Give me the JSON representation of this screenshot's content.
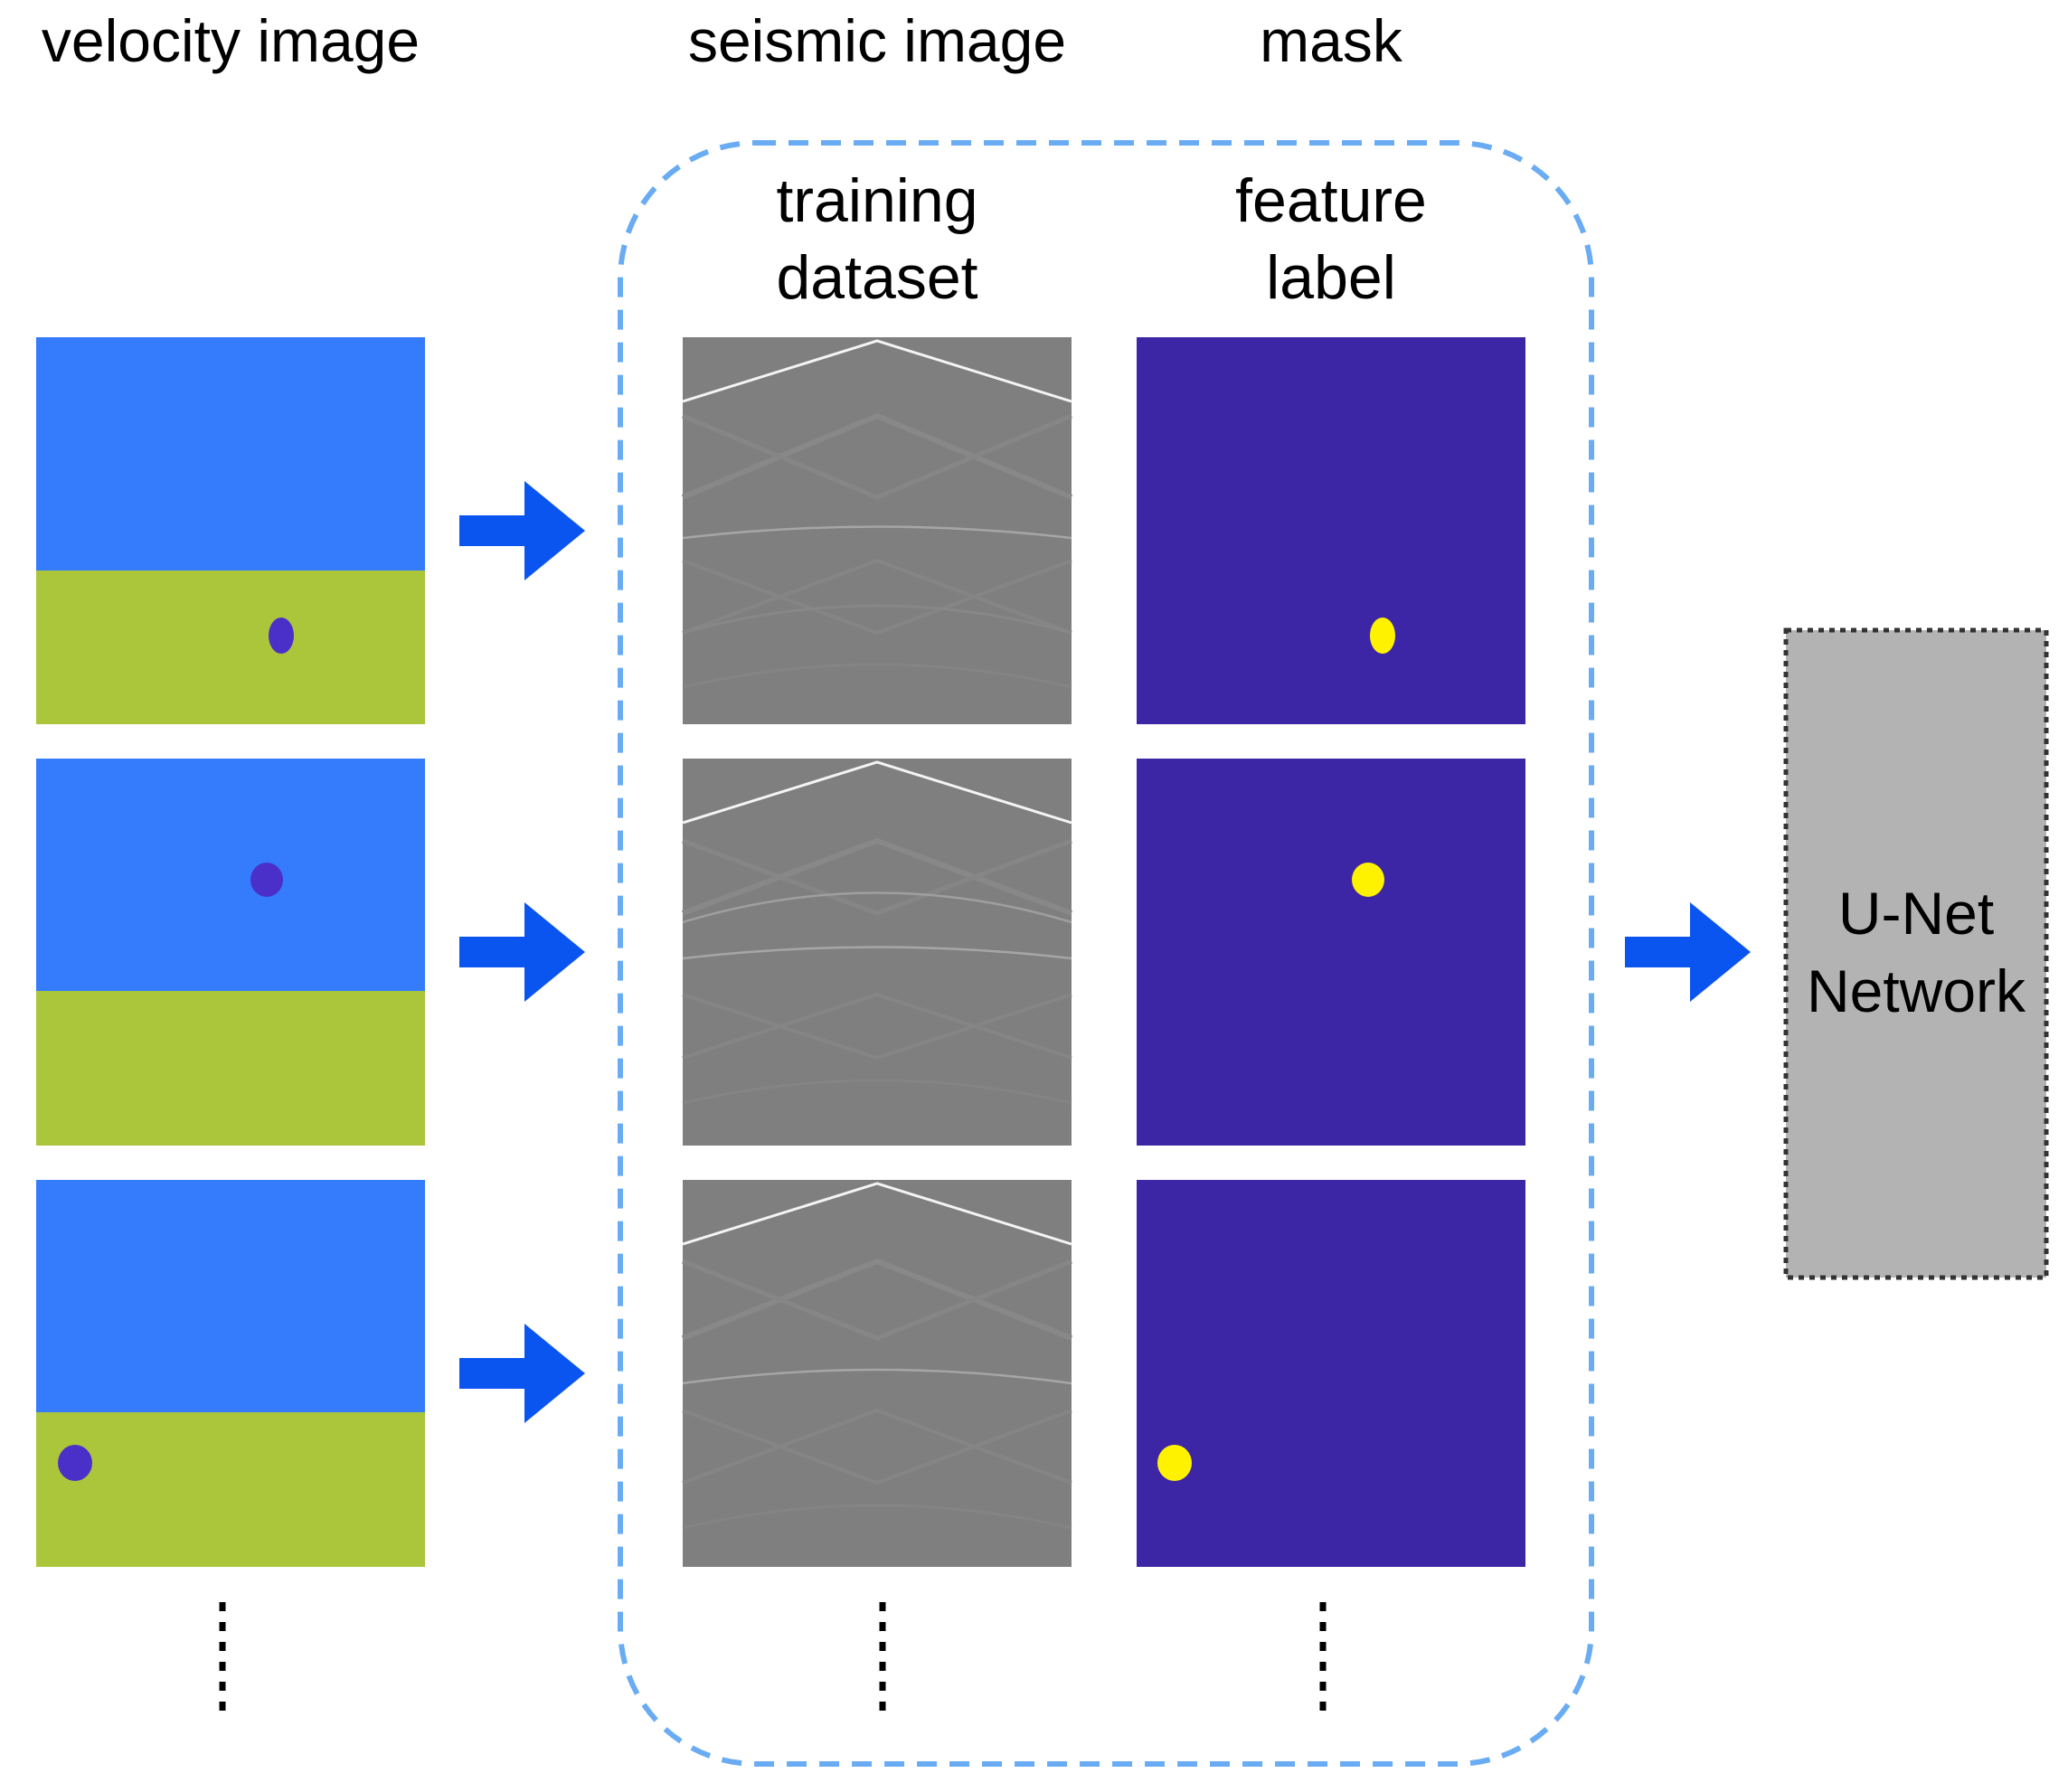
{
  "headers": {
    "velocity": "velocity image",
    "seismic": "seismic image",
    "mask": "mask"
  },
  "group": {
    "training_line1": "training",
    "training_line2": "dataset",
    "feature_line1": "feature",
    "feature_line2": "label"
  },
  "network": {
    "line1": "U-Net",
    "line2": "Network"
  },
  "colors": {
    "velocity_top": "#347CFC",
    "velocity_bottom": "#ABC63B",
    "velocity_anomaly": "#4B2FC9",
    "seismic_bg": "#7F7F7F",
    "mask_bg": "#3C26A6",
    "mask_anomaly": "#FFF200",
    "arrow": "#0A55F0",
    "group_border": "#6AACF3",
    "network_fill": "#B3B3B3",
    "network_border": "#333333"
  },
  "icons": {
    "arrow": "right-arrow-icon",
    "continuation": "vertical-ellipsis-icon"
  }
}
